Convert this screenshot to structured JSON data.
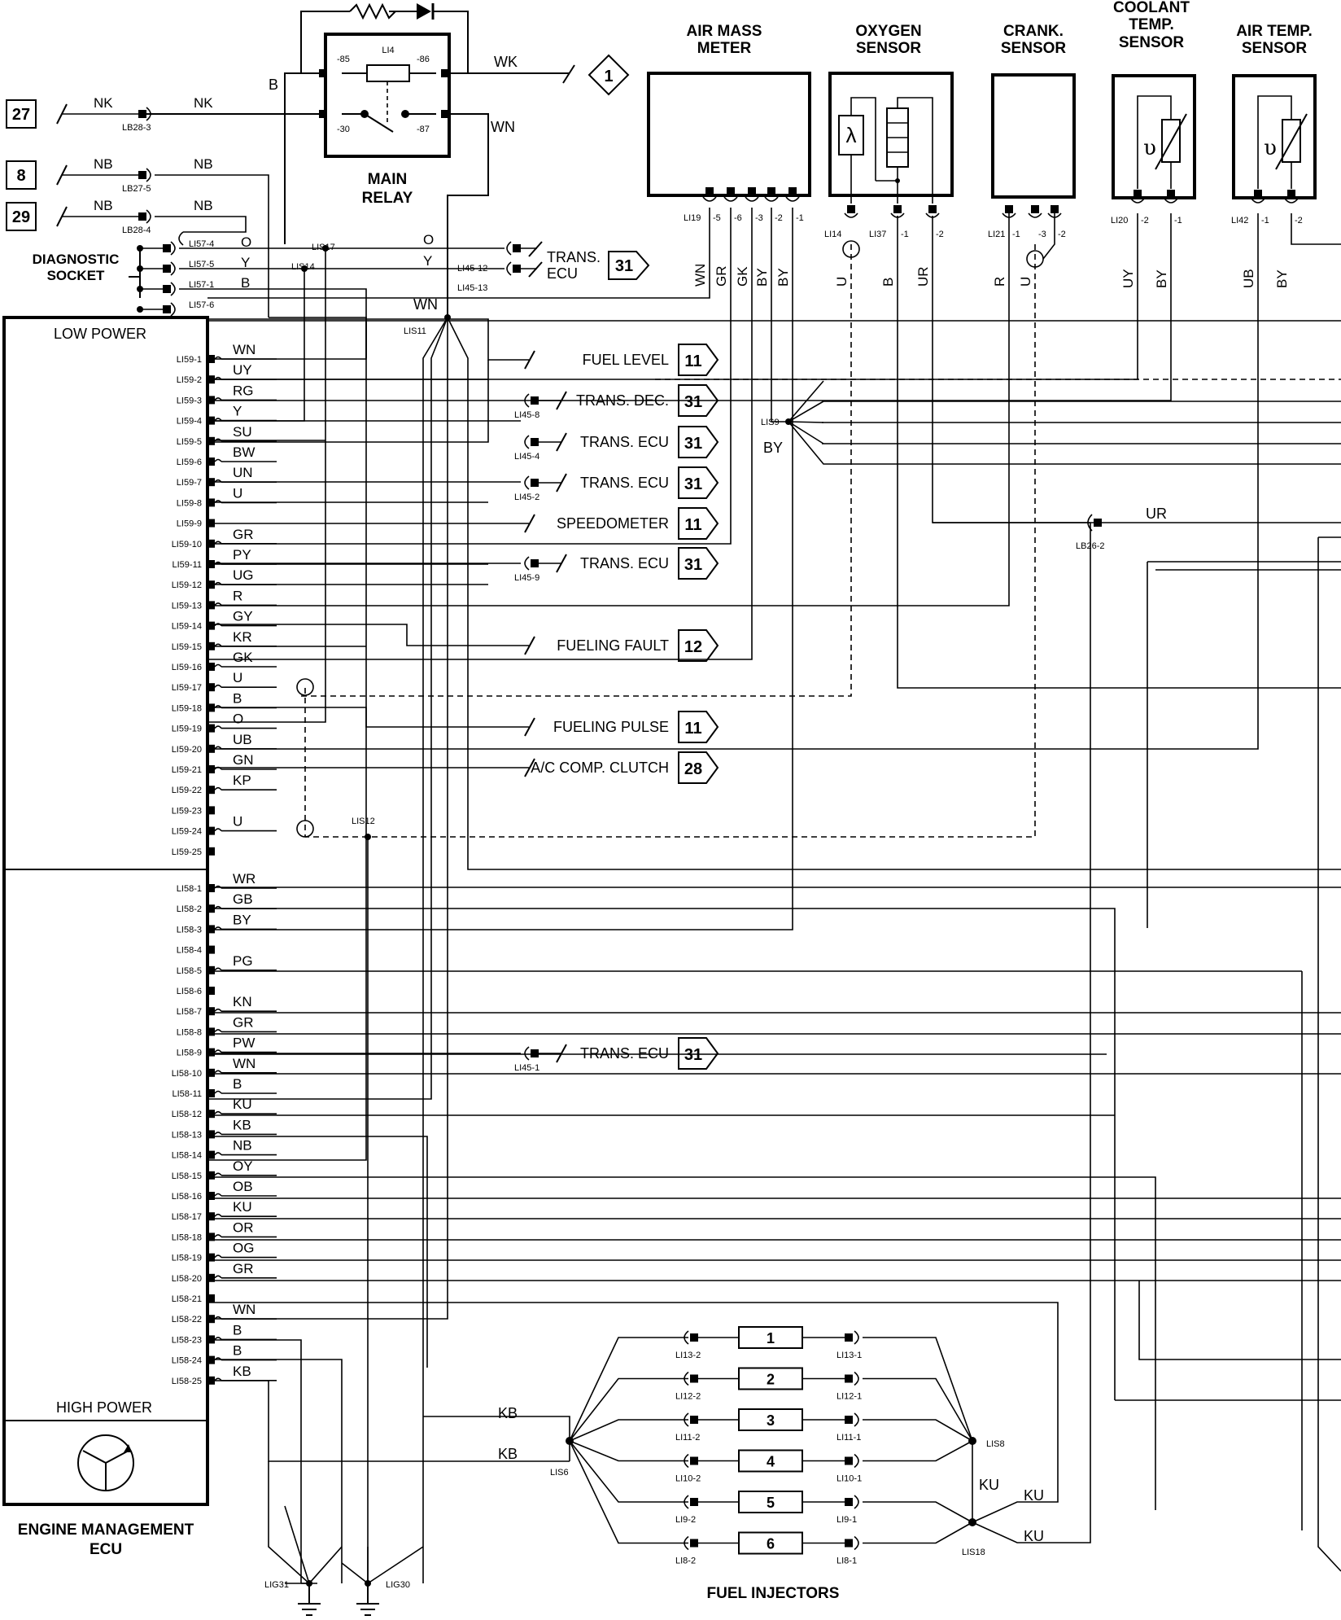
{
  "ecu": {
    "title": [
      "ENGINE MANAGEMENT",
      "ECU"
    ],
    "low_power_label": "LOW POWER",
    "high_power_label": "HIGH POWER",
    "low_pins": [
      {
        "pin": "LI59-1",
        "color": "WN"
      },
      {
        "pin": "LI59-2",
        "color": "UY"
      },
      {
        "pin": "LI59-3",
        "color": "RG"
      },
      {
        "pin": "LI59-4",
        "color": "Y"
      },
      {
        "pin": "LI59-5",
        "color": "SU"
      },
      {
        "pin": "LI59-6",
        "color": "BW"
      },
      {
        "pin": "LI59-7",
        "color": "UN"
      },
      {
        "pin": "LI59-8",
        "color": "U"
      },
      {
        "pin": "LI59-9",
        "color": ""
      },
      {
        "pin": "LI59-10",
        "color": "GR"
      },
      {
        "pin": "LI59-11",
        "color": "PY"
      },
      {
        "pin": "LI59-12",
        "color": "UG"
      },
      {
        "pin": "LI59-13",
        "color": "R"
      },
      {
        "pin": "LI59-14",
        "color": "GY"
      },
      {
        "pin": "LI59-15",
        "color": "KR"
      },
      {
        "pin": "LI59-16",
        "color": "GK"
      },
      {
        "pin": "LI59-17",
        "color": "U"
      },
      {
        "pin": "LI59-18",
        "color": "B"
      },
      {
        "pin": "LI59-19",
        "color": "O"
      },
      {
        "pin": "LI59-20",
        "color": "UB"
      },
      {
        "pin": "LI59-21",
        "color": "GN"
      },
      {
        "pin": "LI59-22",
        "color": "KP"
      },
      {
        "pin": "LI59-23",
        "color": ""
      },
      {
        "pin": "LI59-24",
        "color": "U"
      },
      {
        "pin": "LI59-25",
        "color": ""
      }
    ],
    "high_pins": [
      {
        "pin": "LI58-1",
        "color": "WR"
      },
      {
        "pin": "LI58-2",
        "color": "GB"
      },
      {
        "pin": "LI58-3",
        "color": "BY"
      },
      {
        "pin": "LI58-4",
        "color": ""
      },
      {
        "pin": "LI58-5",
        "color": "PG"
      },
      {
        "pin": "LI58-6",
        "color": ""
      },
      {
        "pin": "LI58-7",
        "color": "KN"
      },
      {
        "pin": "LI58-8",
        "color": "GR"
      },
      {
        "pin": "LI58-9",
        "color": "PW"
      },
      {
        "pin": "LI58-10",
        "color": "WN"
      },
      {
        "pin": "LI58-11",
        "color": "B"
      },
      {
        "pin": "LI58-12",
        "color": "KU"
      },
      {
        "pin": "LI58-13",
        "color": "KB"
      },
      {
        "pin": "LI58-14",
        "color": "NB"
      },
      {
        "pin": "LI58-15",
        "color": "OY"
      },
      {
        "pin": "LI58-16",
        "color": "OB"
      },
      {
        "pin": "LI58-17",
        "color": "KU"
      },
      {
        "pin": "LI58-18",
        "color": "OR"
      },
      {
        "pin": "LI58-19",
        "color": "OG"
      },
      {
        "pin": "LI58-20",
        "color": "GR"
      },
      {
        "pin": "LI58-21",
        "color": ""
      },
      {
        "pin": "LI58-22",
        "color": "WN"
      },
      {
        "pin": "LI58-23",
        "color": "B"
      },
      {
        "pin": "LI58-24",
        "color": "B"
      },
      {
        "pin": "LI58-25",
        "color": "KB"
      }
    ]
  },
  "external_links": [
    {
      "label": "FUEL LEVEL",
      "ref": "11",
      "conn": ""
    },
    {
      "label": "TRANS. DEC.",
      "ref": "31",
      "conn": "LI45-8"
    },
    {
      "label": "TRANS. ECU",
      "ref": "31",
      "conn": "LI45-4"
    },
    {
      "label": "TRANS. ECU",
      "ref": "31",
      "conn": "LI45-2"
    },
    {
      "label": "SPEEDOMETER",
      "ref": "11",
      "conn": ""
    },
    {
      "label": "TRANS. ECU",
      "ref": "31",
      "conn": "LI45-9"
    },
    {
      "label": "FUELING FAULT",
      "ref": "12",
      "conn": ""
    },
    {
      "label": "FUELING PULSE",
      "ref": "11",
      "conn": ""
    },
    {
      "label": "A/C COMP. CLUTCH",
      "ref": "28",
      "conn": ""
    },
    {
      "label": "TRANS. ECU",
      "ref": "31",
      "conn": "LI45-1"
    }
  ],
  "left_refs": [
    {
      "ref": "27",
      "color": "NK",
      "color2": "NK",
      "conn": "LB28-3"
    },
    {
      "ref": "8",
      "color": "NB",
      "color2": "NB",
      "conn": "LB27-5"
    },
    {
      "ref": "29",
      "color": "NB",
      "color2": "NB",
      "conn": "LB28-4"
    }
  ],
  "diagnostic": {
    "title": [
      "DIAGNOSTIC",
      "SOCKET"
    ],
    "pins": [
      {
        "pin": "LI57-4",
        "color": "O"
      },
      {
        "pin": "LI57-5",
        "color": "Y"
      },
      {
        "pin": "LI57-1",
        "color": "B"
      },
      {
        "pin": "LI57-6",
        "color": ""
      }
    ],
    "splices": [
      "LIS17",
      "LIS14"
    ],
    "trans_label": [
      "TRANS.",
      "ECU"
    ],
    "trans_ref": "31",
    "trans_conns": [
      "LI45-12",
      "LI45-13"
    ]
  },
  "relay": {
    "title": [
      "MAIN",
      "RELAY"
    ],
    "id": "LI4",
    "pins": [
      "-85",
      "-86",
      "-30",
      "-87"
    ],
    "out_color_top": "WK",
    "out_color_side": "WN",
    "left_color": "B",
    "ref": "1",
    "splice": "LIS11",
    "splice_color": "WN"
  },
  "sensors": [
    {
      "title": [
        "AIR MASS",
        "METER"
      ],
      "conn": "LI19",
      "pins": [
        "-5",
        "-6",
        "-3",
        "-2",
        "-1"
      ],
      "colors": [
        "WN",
        "GR",
        "GK",
        "BY",
        "BY"
      ]
    },
    {
      "title": [
        "OXYGEN",
        "SENSOR"
      ],
      "conn": "LI14",
      "conn2": "LI37",
      "pins": [
        "-1",
        "-2"
      ],
      "colors": [
        "U",
        "B",
        "UR"
      ],
      "symbol": "λ"
    },
    {
      "title": [
        "CRANK.",
        "SENSOR"
      ],
      "conn": "LI21",
      "pins": [
        "-1",
        "-3",
        "-2"
      ],
      "colors": [
        "R",
        "U"
      ]
    },
    {
      "title": [
        "COOLANT",
        "TEMP.",
        "SENSOR"
      ],
      "conn": "LI20",
      "pins": [
        "-2",
        "-1"
      ],
      "colors": [
        "UY",
        "BY"
      ],
      "symbol": "υ"
    },
    {
      "title": [
        "AIR TEMP.",
        "SENSOR"
      ],
      "conn": "LI42",
      "pins": [
        "-1",
        "-2"
      ],
      "colors": [
        "UB",
        "BY"
      ],
      "symbol": "υ"
    }
  ],
  "splices": {
    "lis9": "LIS9",
    "lis9_color": "BY",
    "lis12": "LIS12",
    "lb26": "LB26-2",
    "lb26_color": "UR",
    "lis6": "LIS6",
    "lis8": "LIS8",
    "lis18": "LIS18",
    "lig31": "LIG31",
    "lig30": "LIG30"
  },
  "injectors": {
    "title": "FUEL INJECTORS",
    "items": [
      {
        "num": "1",
        "left": "LI13-2",
        "right": "LI13-1"
      },
      {
        "num": "2",
        "left": "LI12-2",
        "right": "LI12-1"
      },
      {
        "num": "3",
        "left": "LI11-2",
        "right": "LI11-1"
      },
      {
        "num": "4",
        "left": "LI10-2",
        "right": "LI10-1"
      },
      {
        "num": "5",
        "left": "LI9-2",
        "right": "LI9-1"
      },
      {
        "num": "6",
        "left": "LI8-2",
        "right": "LI8-1"
      }
    ],
    "kb_colors": [
      "KB",
      "KB"
    ],
    "ku_colors": [
      "KU",
      "KU",
      "KU"
    ]
  }
}
